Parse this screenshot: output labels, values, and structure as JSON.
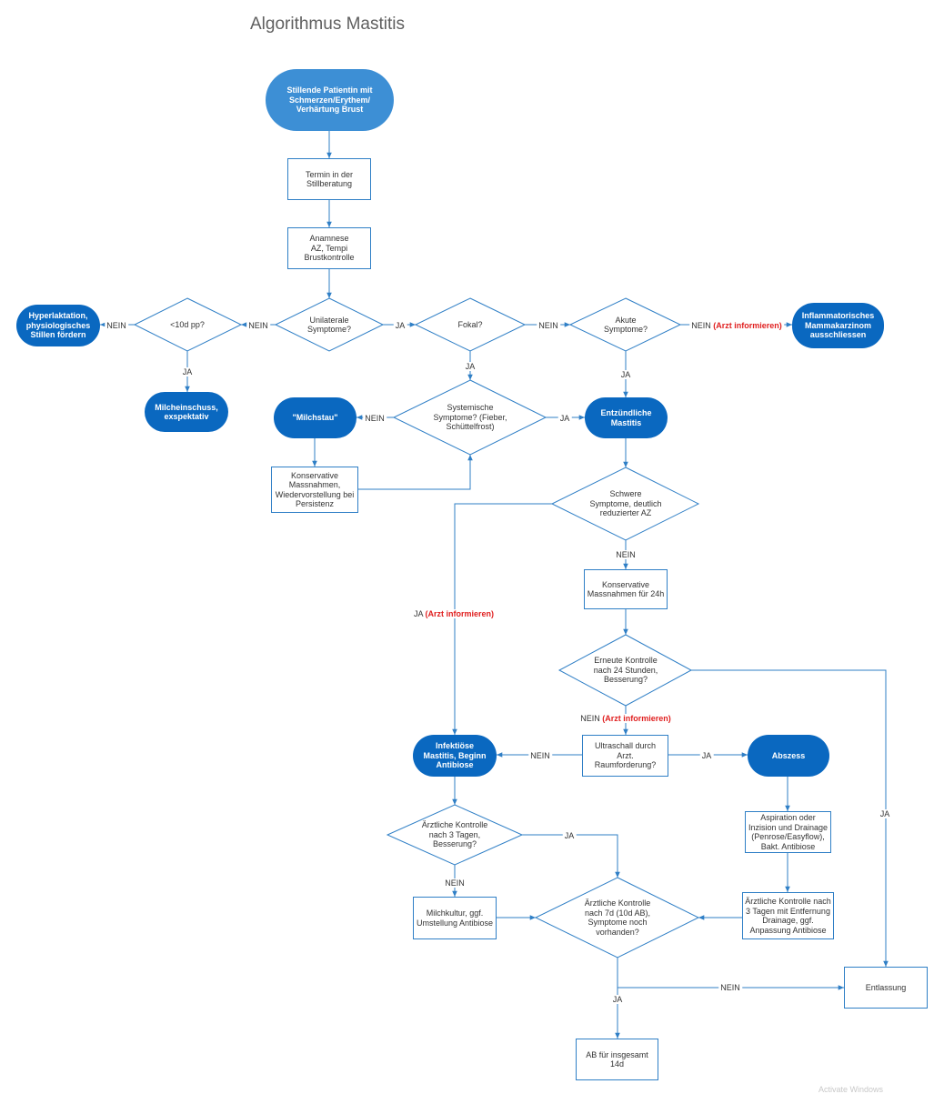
{
  "title": "Algorithmus Mastitis",
  "watermark": "Activate Windows",
  "colors": {
    "node_fill": "#0a68c0",
    "start_fill": "#3d8fd5",
    "line": "#2f7fc6",
    "warning": "#e02020"
  },
  "nodes": {
    "start": "Stillende Patientin mit\nSchmerzen/Erythem/\nVerhärtung Brust",
    "termin": "Termin in der\nStillberatung",
    "anamnese": "Anamnese\nAZ, Tempi\nBrustkontrolle",
    "unilaterale": "Unilaterale\nSymptome?",
    "pp10": "<10d pp?",
    "hyperlaktation": "Hyperlaktation,\nphysiologisches\nStillen fördern",
    "milcheinschuss": "Milcheinschuss,\nexspektativ",
    "fokal": "Fokal?",
    "akute": "Akute\nSymptome?",
    "inflammatorisch": "Inflammatorisches\nMammakarzinom\nausschliessen",
    "systemische": "Systemische\nSymptome? (Fieber,\nSchüttelfrost)",
    "milchstau": "\"Milchstau\"",
    "konservativ1": "Konservative\nMassnahmen,\nWiedervorstellung bei\nPersistenz",
    "entzuendlich": "Entzündliche\nMastitis",
    "schwere": "Schwere\nSymptome, deutlich\nreduzierter AZ",
    "konservativ24": "Konservative\nMassnahmen für 24h",
    "erneute": "Erneute Kontrolle\nnach 24 Stunden,\nBesserung?",
    "ultraschall": "Ultraschall durch\nArzt.\nRaumforderung?",
    "infektioes": "Infektiöse\nMastitis, Beginn\nAntibiose",
    "abszess": "Abszess",
    "aspiration": "Aspiration oder\nInzision und Drainage\n(Penrose/Easyflow),\nBakt. Antibiose",
    "kontrolle3": "Ärztliche Kontrolle\nnach 3 Tagen,\nBesserung?",
    "milchkultur": "Milchkultur, ggf.\nUmstellung Antibiose",
    "kontrolle7": "Ärztliche Kontrolle\nnach 7d (10d AB),\nSymptome noch\nvorhanden?",
    "kontrolle3drain": "Ärztliche Kontrolle nach\n3 Tagen mit Entfernung\nDrainage, ggf.\nAnpassung Antibiose",
    "entlassung": "Entlassung",
    "ab14": "AB für insgesamt 14d"
  },
  "labels": {
    "ja": "JA",
    "nein": "NEIN",
    "arzt": "(Arzt informieren)"
  }
}
